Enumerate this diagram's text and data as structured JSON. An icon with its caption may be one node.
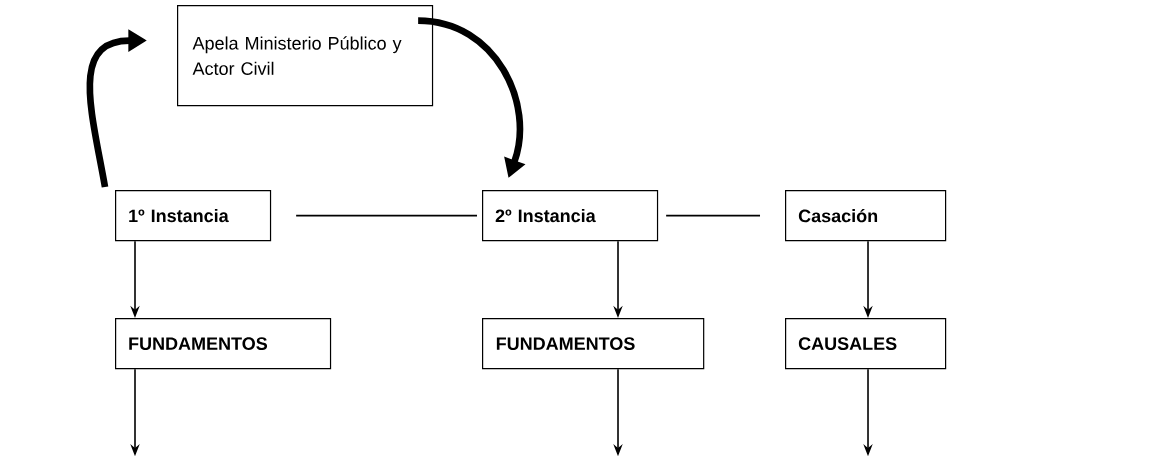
{
  "diagram": {
    "nodes": [
      {
        "text": [
          "Apela Ministerio Público y Actor Civil"
        ]
      },
      {
        "text": [
          "1º Instancia"
        ]
      },
      {
        "text": [
          "2º Instancia"
        ]
      },
      {
        "text": [
          "Casación"
        ]
      },
      {
        "text": [
          "FUNDAMENTOS"
        ]
      },
      {
        "text": [
          "FUNDAMENTOS"
        ]
      },
      {
        "text": [
          "CAUSALES"
        ]
      }
    ],
    "edges": [
      {
        "from": 1,
        "to": 0,
        "arrow": "to",
        "style": "thick"
      },
      {
        "from": 0,
        "to": 2,
        "arrow": "to",
        "style": "thick"
      },
      {
        "from": 1,
        "to": 2,
        "arrow": "none"
      },
      {
        "from": 2,
        "to": 3,
        "arrow": "none"
      },
      {
        "from": 1,
        "to": 4,
        "arrow": "to"
      },
      {
        "from": 2,
        "to": 5,
        "arrow": "to"
      },
      {
        "from": 3,
        "to": 6,
        "arrow": "to"
      },
      {
        "from": 4,
        "to": null,
        "arrow": "to"
      },
      {
        "from": 5,
        "to": null,
        "arrow": "to"
      },
      {
        "from": 6,
        "to": null,
        "arrow": "to"
      }
    ]
  }
}
